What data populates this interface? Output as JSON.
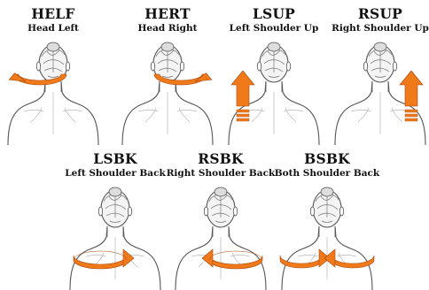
{
  "arrow_color": "#f07a1a",
  "arrow_edge": "#a8470c",
  "sketch_color": "#555555",
  "panels": [
    {
      "code": "HELF",
      "label": "Head Left",
      "motion": "head-left"
    },
    {
      "code": "HERT",
      "label": "Head Right",
      "motion": "head-right"
    },
    {
      "code": "LSUP",
      "label": "Left Shoulder Up",
      "motion": "left-shoulder-up"
    },
    {
      "code": "RSUP",
      "label": "Right Shoulder Up",
      "motion": "right-shoulder-up"
    },
    {
      "code": "LSBK",
      "label": "Left Shoulder Back",
      "motion": "left-shoulder-back"
    },
    {
      "code": "RSBK",
      "label": "Right Shoulder Back",
      "motion": "right-shoulder-back"
    },
    {
      "code": "BSBK",
      "label": "Both Shoulder Back",
      "motion": "both-shoulder-back"
    }
  ]
}
